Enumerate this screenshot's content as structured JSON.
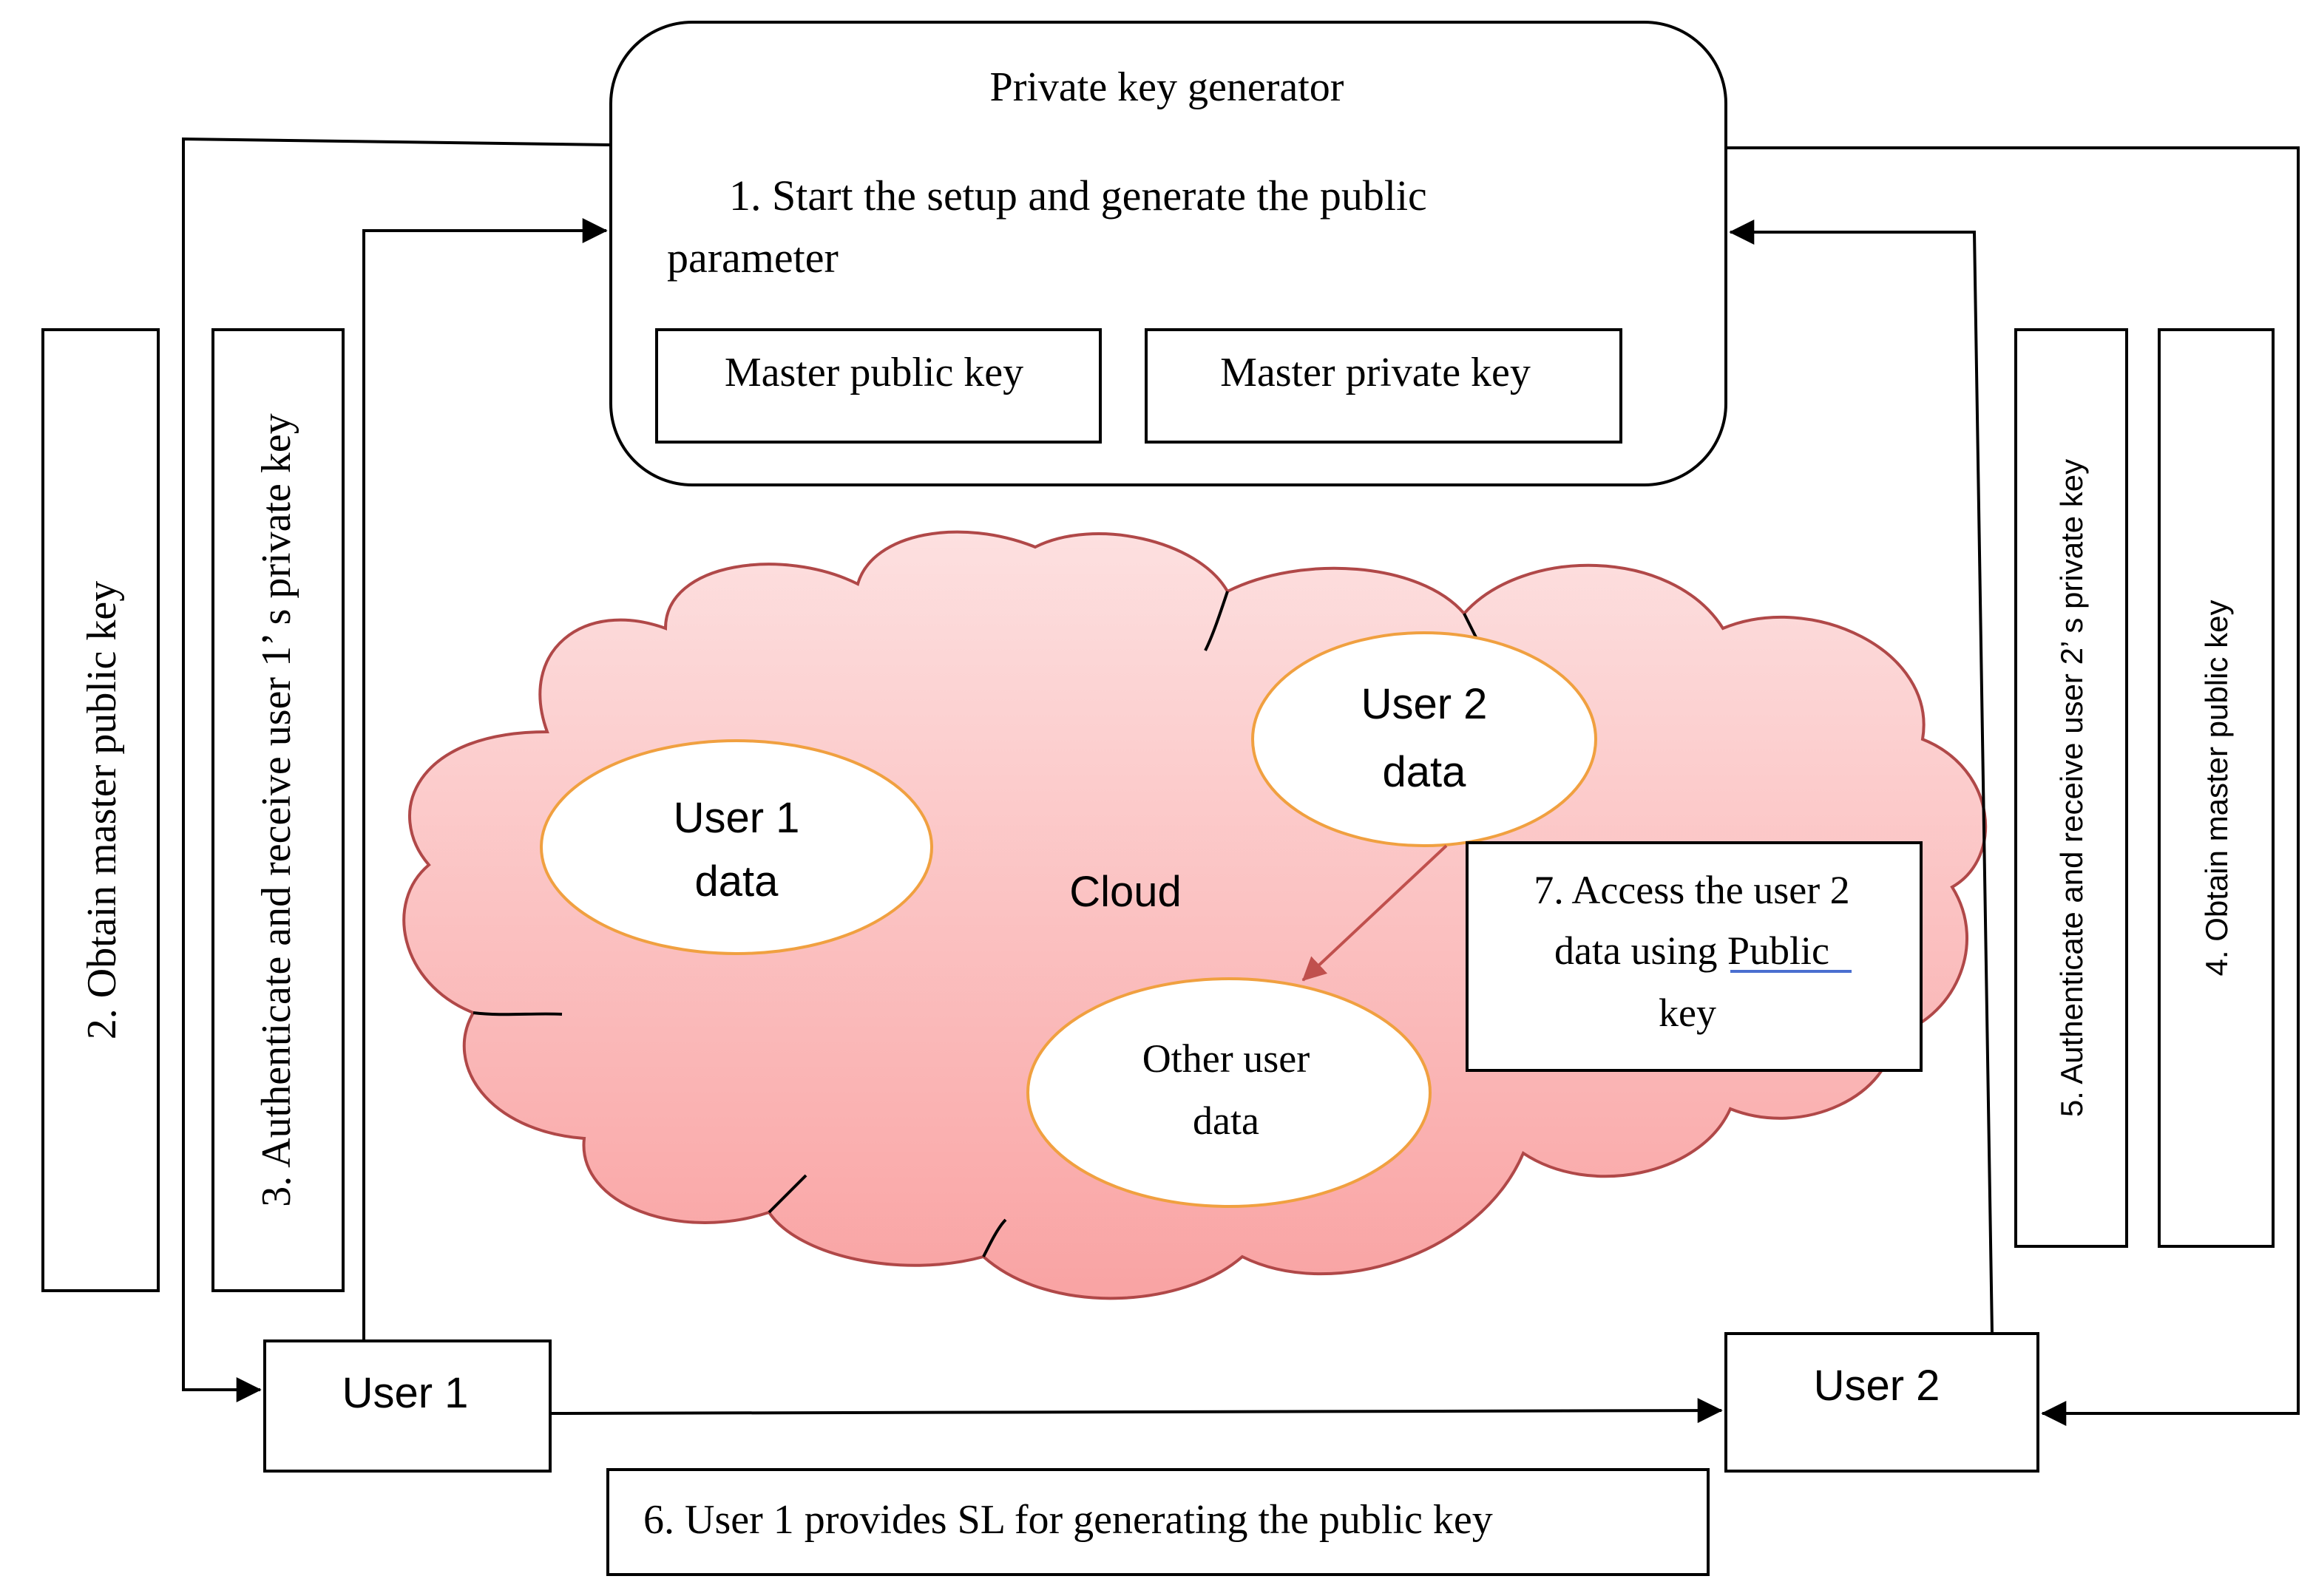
{
  "pkg": {
    "title": "Private key generator",
    "step1_line1": "1. Start the setup and generate the public",
    "step1_line2": "parameter",
    "master_public": "Master public key",
    "master_private": "Master private key"
  },
  "cloud": {
    "label": "Cloud",
    "user1_line1": "User 1",
    "user1_line2": "data",
    "user2_line1": "User 2",
    "user2_line2": "data",
    "other_line1": "Other user",
    "other_line2": "data"
  },
  "step7": {
    "line1": "7. Access the user 2",
    "line2_prefix": "data using ",
    "line2_link": "Public",
    "line3": "key"
  },
  "users": {
    "user1": "User 1",
    "user2": "User 2"
  },
  "steps": {
    "step2": "2. Obtain master public key",
    "step3": "3. Authenticate and receive user 1’ s private key",
    "step4": "4. Obtain master public key",
    "step5": "5. Authenticate and receive user 2’  s private key",
    "step6": "6. User 1 provides SL for generating the public key"
  },
  "colors": {
    "cloud_top": "#fde0e0",
    "cloud_bottom": "#f9a3a3",
    "cloud_stroke": "#b04848",
    "ellipse_stroke": "#f0a040",
    "arrow7": "#c0504d",
    "link_underline": "#4a6fd0"
  }
}
